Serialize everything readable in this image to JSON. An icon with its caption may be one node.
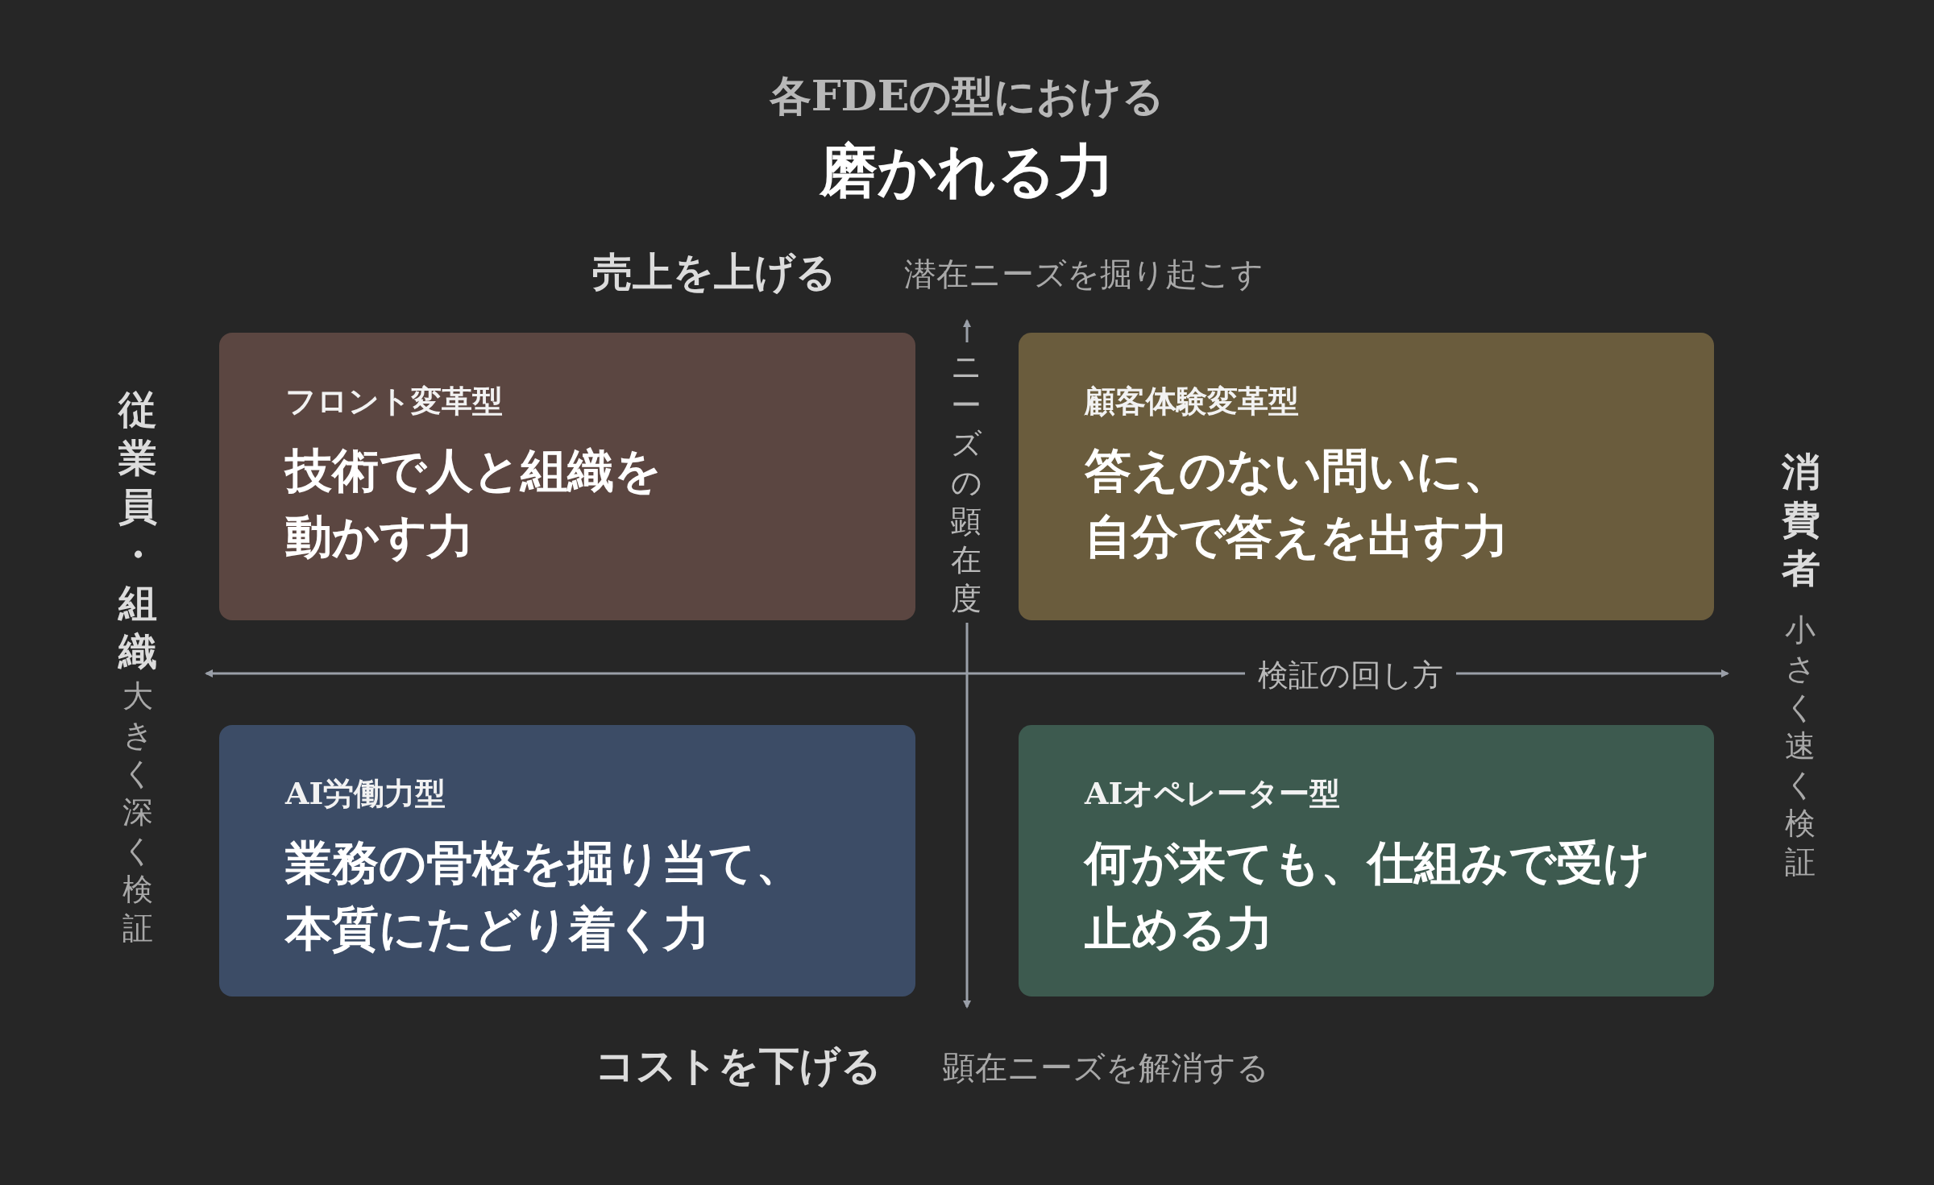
{
  "diagram": {
    "title": "磨かれる力",
    "nodes": [
      {
        "text": [
          "フロント変革型",
          "技術で人と組織を動かす力"
        ]
      },
      {
        "text": [
          "顧客体験変革型",
          "答えのない問いに、自分で答えを出す力"
        ]
      },
      {
        "text": [
          "AI労働力型",
          "業務の骨格を掘り当て、本質にたどり着く力"
        ]
      },
      {
        "text": [
          "AIオペレーター型",
          "何が来ても、仕組みで受け止める力"
        ]
      }
    ],
    "edges": [],
    "labels": [
      "各FDEの型における",
      "売上を上げる",
      "潜在ニーズを掘り起こす",
      "ニーズの顕在度",
      "従業員・組織",
      "大きく深く検証",
      "消費者",
      "小さく速く検証",
      "検証の回し方",
      "コストを下げる",
      "顕在ニーズを解消する"
    ]
  }
}
